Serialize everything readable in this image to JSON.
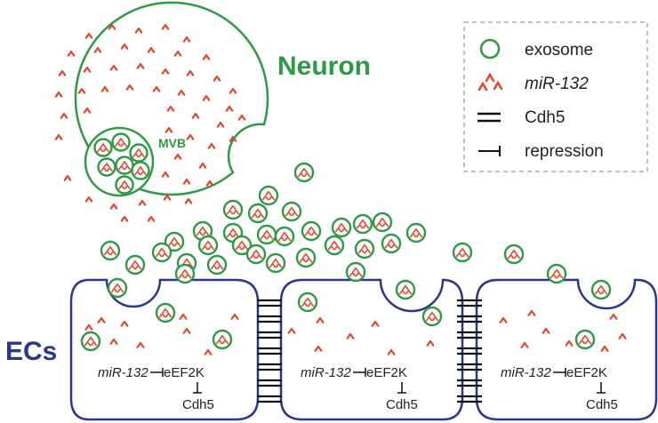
{
  "labels": {
    "neuron": "Neuron",
    "mvb": "MVB",
    "ecs": "ECs"
  },
  "legend": {
    "exosome": "exosome",
    "mirna": "miR-132",
    "cdh5": "Cdh5",
    "repression": "repression"
  },
  "pathway": {
    "mirna": "miR-132",
    "target": "eEF2K",
    "gene": "Cdh5"
  },
  "colors": {
    "green": "#2e9a45",
    "red": "#e5452b",
    "navy": "#2b3690",
    "black": "#111111",
    "legend_border": "#aaaaaa"
  }
}
